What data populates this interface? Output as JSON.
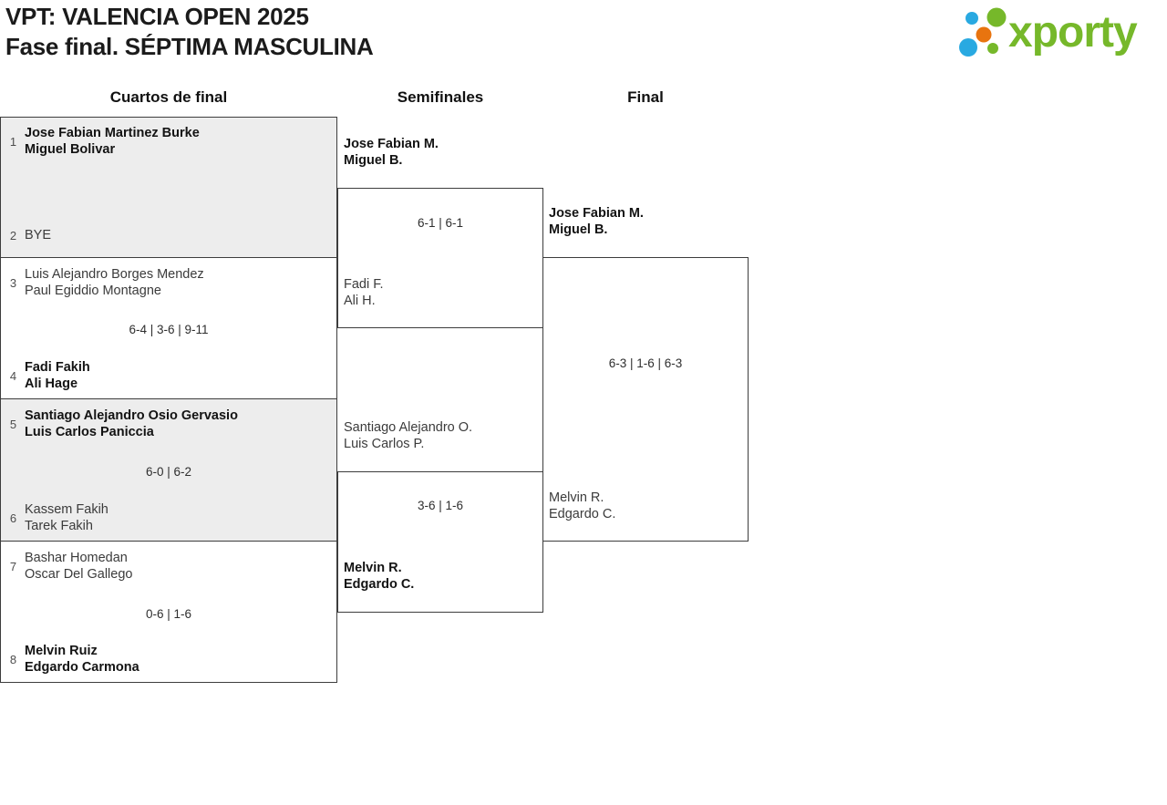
{
  "header": {
    "title": "VPT: VALENCIA OPEN 2025",
    "subtitle": "Fase final. SÉPTIMA MASCULINA"
  },
  "logo": {
    "wordmark": "xporty",
    "colors": {
      "green": "#76b82a",
      "blue": "#29a9e1",
      "orange": "#e8740f"
    }
  },
  "rounds": {
    "quarters_label": "Cuartos de final",
    "semis_label": "Semifinales",
    "final_label": "Final"
  },
  "bracket": {
    "quarterfinals": [
      {
        "top": {
          "seed": "1",
          "name1": "Jose Fabian Martinez Burke",
          "name2": "Miguel Bolivar",
          "winner": true
        },
        "score": "",
        "bottom": {
          "seed": "2",
          "name1": "BYE",
          "name2": "",
          "winner": false
        }
      },
      {
        "top": {
          "seed": "3",
          "name1": "Luis Alejandro Borges Mendez",
          "name2": "Paul Egiddio Montagne",
          "winner": false
        },
        "score": "6-4 | 3-6 | 9-11",
        "bottom": {
          "seed": "4",
          "name1": "Fadi Fakih",
          "name2": "Ali Hage",
          "winner": true
        }
      },
      {
        "top": {
          "seed": "5",
          "name1": "Santiago Alejandro Osio Gervasio",
          "name2": "Luis Carlos Paniccia",
          "winner": true
        },
        "score": "6-0 | 6-2",
        "bottom": {
          "seed": "6",
          "name1": "Kassem Fakih",
          "name2": "Tarek Fakih",
          "winner": false
        }
      },
      {
        "top": {
          "seed": "7",
          "name1": "Bashar Homedan",
          "name2": "Oscar Del Gallego",
          "winner": false
        },
        "score": "0-6 | 1-6",
        "bottom": {
          "seed": "8",
          "name1": "Melvin Ruiz",
          "name2": "Edgardo Carmona",
          "winner": true
        }
      }
    ],
    "semifinals": [
      {
        "top": {
          "name1": "Jose Fabian M.",
          "name2": "Miguel B.",
          "winner": true
        },
        "score": "6-1 | 6-1",
        "bottom": {
          "name1": "Fadi F.",
          "name2": "Ali H.",
          "winner": false
        }
      },
      {
        "top": {
          "name1": "Santiago Alejandro O.",
          "name2": "Luis Carlos P.",
          "winner": false
        },
        "score": "3-6 | 1-6",
        "bottom": {
          "name1": "Melvin R.",
          "name2": "Edgardo C.",
          "winner": true
        }
      }
    ],
    "final": {
      "top": {
        "name1": "Jose Fabian M.",
        "name2": "Miguel B.",
        "winner": true
      },
      "score": "6-3 | 1-6 | 6-3",
      "bottom": {
        "name1": "Melvin R.",
        "name2": "Edgardo C.",
        "winner": false
      }
    }
  },
  "colors": {
    "box_alt_bg": "#ededed",
    "border": "#3d3d3d",
    "winner_text": "#131313",
    "loser_text": "#3b3b3b",
    "seed_text": "#4d4d4d",
    "score_text": "#2e2e2e"
  }
}
